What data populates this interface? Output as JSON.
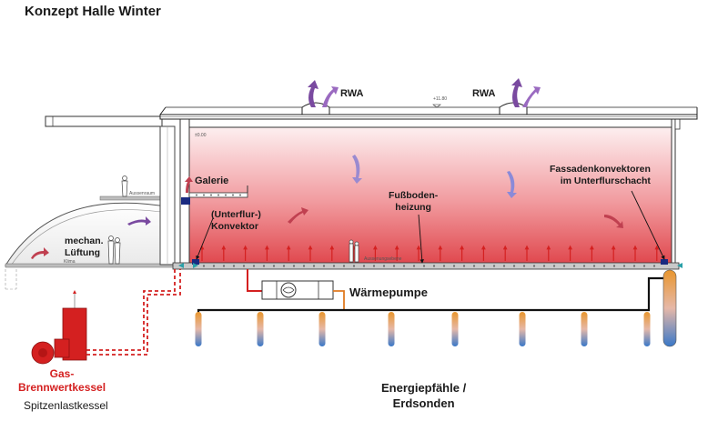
{
  "title": "Konzept Halle Winter",
  "labels": {
    "rwa_left": "RWA",
    "rwa_right": "RWA",
    "galerie": "Galerie",
    "fassadenkonvektoren_line1": "Fassadenkonvektoren",
    "fassadenkonvektoren_line2": "im Unterflurschacht",
    "fussboden_line1": "Fußboden-",
    "fussboden_line2": "heizung",
    "unterflur_line1": "(Unterflur-)",
    "unterflur_line2": "Konvektor",
    "mechan_line1": "mechan.",
    "mechan_line2": "Lüftung",
    "waermepumpe": "Wärmepumpe",
    "energie_line1": "Energiepfähle /",
    "energie_line2": "Erdsonden",
    "gas_line1": "Gas-",
    "gas_line2": "Brennwertkessel",
    "spitzenlast": "Spitzenlastkessel"
  },
  "small_text": {
    "roof_level": "+11.80",
    "floor_level": "±0.00",
    "annex_level": "Aussenraum",
    "annex_floor": "Klima",
    "floor_label": "Aussenungsebene"
  },
  "colors": {
    "heated_top": "#fdecee",
    "heated_bottom": "#e0484e",
    "heat_arrow": "#d42020",
    "pipe_red": "#d42020",
    "pipe_orange": "#e07a20",
    "air_arrow": "#7a4aa0",
    "pile_top": "#e8962e",
    "pile_bottom": "#3a78c8"
  }
}
